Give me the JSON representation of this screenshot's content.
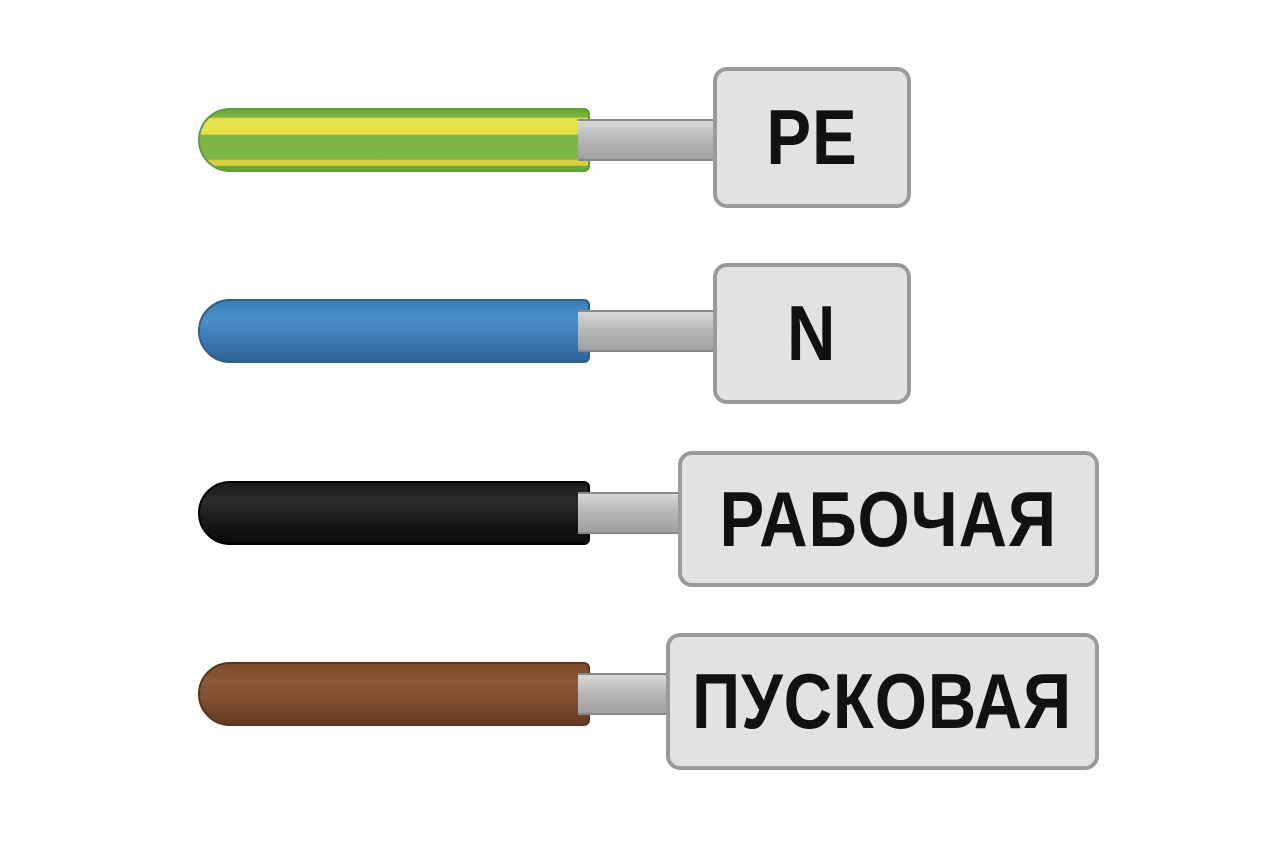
{
  "wires": [
    {
      "label": "PE",
      "color": "#7cb644",
      "stripe": "#e6df4a"
    },
    {
      "label": "N",
      "color": "#4a8fc6"
    },
    {
      "label": "РАБОЧАЯ",
      "color": "#1a1a1a"
    },
    {
      "label": "ПУСКОВАЯ",
      "color": "#8e5a38"
    }
  ]
}
